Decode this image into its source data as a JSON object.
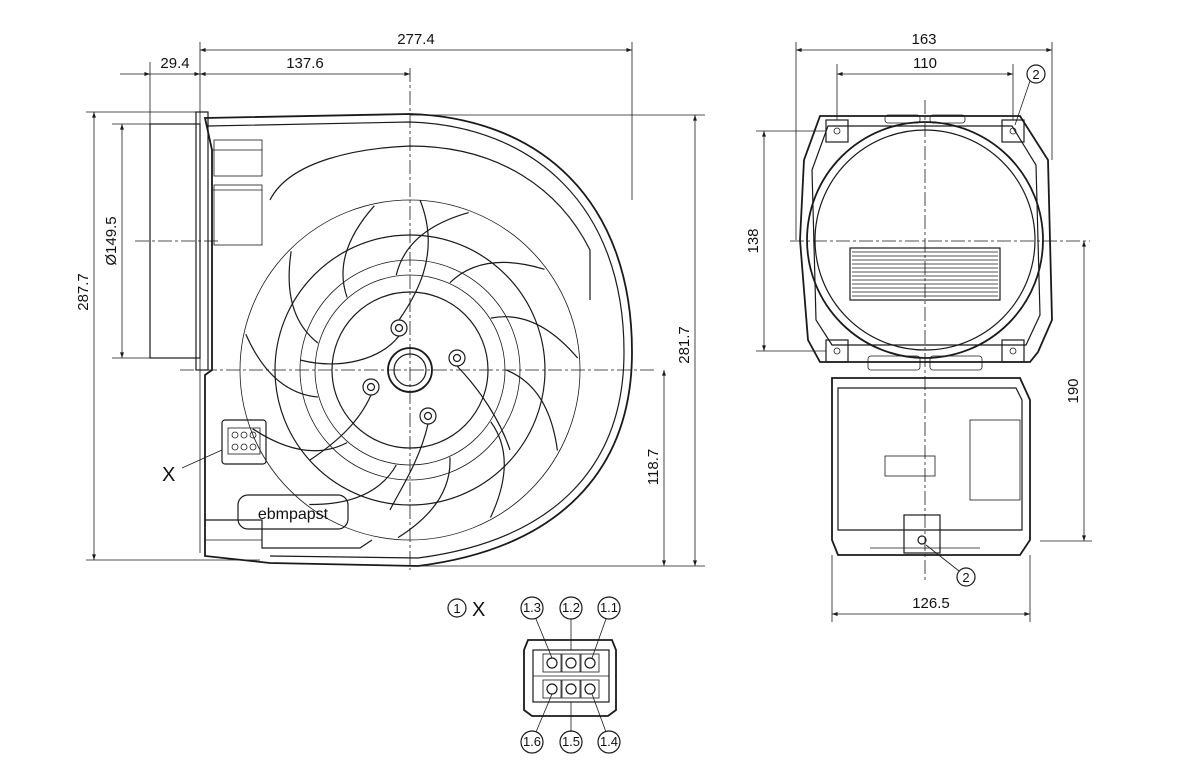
{
  "front_view": {
    "dimensions": {
      "overall_width": "277.4",
      "inlet_offset": "29.4",
      "shaft_offset": "137.6",
      "inlet_diameter": "Ø149.5",
      "overall_height": "287.7",
      "height_right": "281.7",
      "outlet_height": "118.7"
    },
    "connector_label": "X",
    "logo": "ebmpapst"
  },
  "side_view": {
    "dimensions": {
      "overall_width": "163",
      "bracket_spacing": "110",
      "bracket_height": "138",
      "mount_height": "190",
      "base_width": "126.5"
    },
    "callout_top": "2",
    "callout_bottom": "2"
  },
  "connector_detail": {
    "callout": "1",
    "label": "X",
    "pins_top": [
      "1.3",
      "1.2",
      "1.1"
    ],
    "pins_bottom": [
      "1.6",
      "1.5",
      "1.4"
    ]
  }
}
